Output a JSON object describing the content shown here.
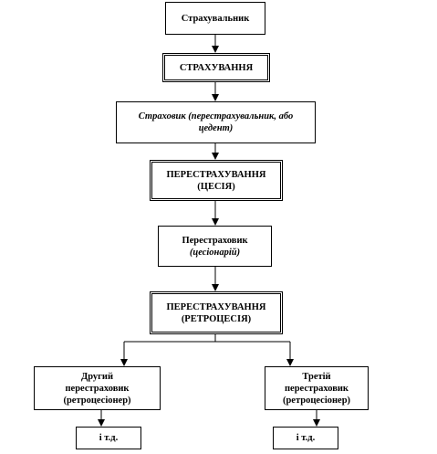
{
  "diagram": {
    "insurer": "Страхувальник",
    "insurance": "СТРАХУВАННЯ",
    "cedent": {
      "line1": "Страховик (перестрахувальник, або",
      "line2": "цедент)"
    },
    "reinsurance_cession": {
      "line1": "ПЕРЕСТРАХУВАННЯ",
      "line2": "(ЦЕСІЯ)"
    },
    "reinsurer": {
      "line1": "Перестраховик",
      "line2": "(цесіонарій)"
    },
    "reinsurance_retrocession": {
      "line1": "ПЕРЕСТРАХУВАННЯ",
      "line2": "(РЕТРОЦЕСІЯ)"
    },
    "second_reinsurer": {
      "line1": "Другий",
      "line2": "перестраховик",
      "line3": "(ретроцесіонер)"
    },
    "third_reinsurer": {
      "line1": "Третій",
      "line2": "перестраховик",
      "line3": "(ретроцесіонер)"
    },
    "etc_left": "і т.д.",
    "etc_right": "і т.д."
  }
}
